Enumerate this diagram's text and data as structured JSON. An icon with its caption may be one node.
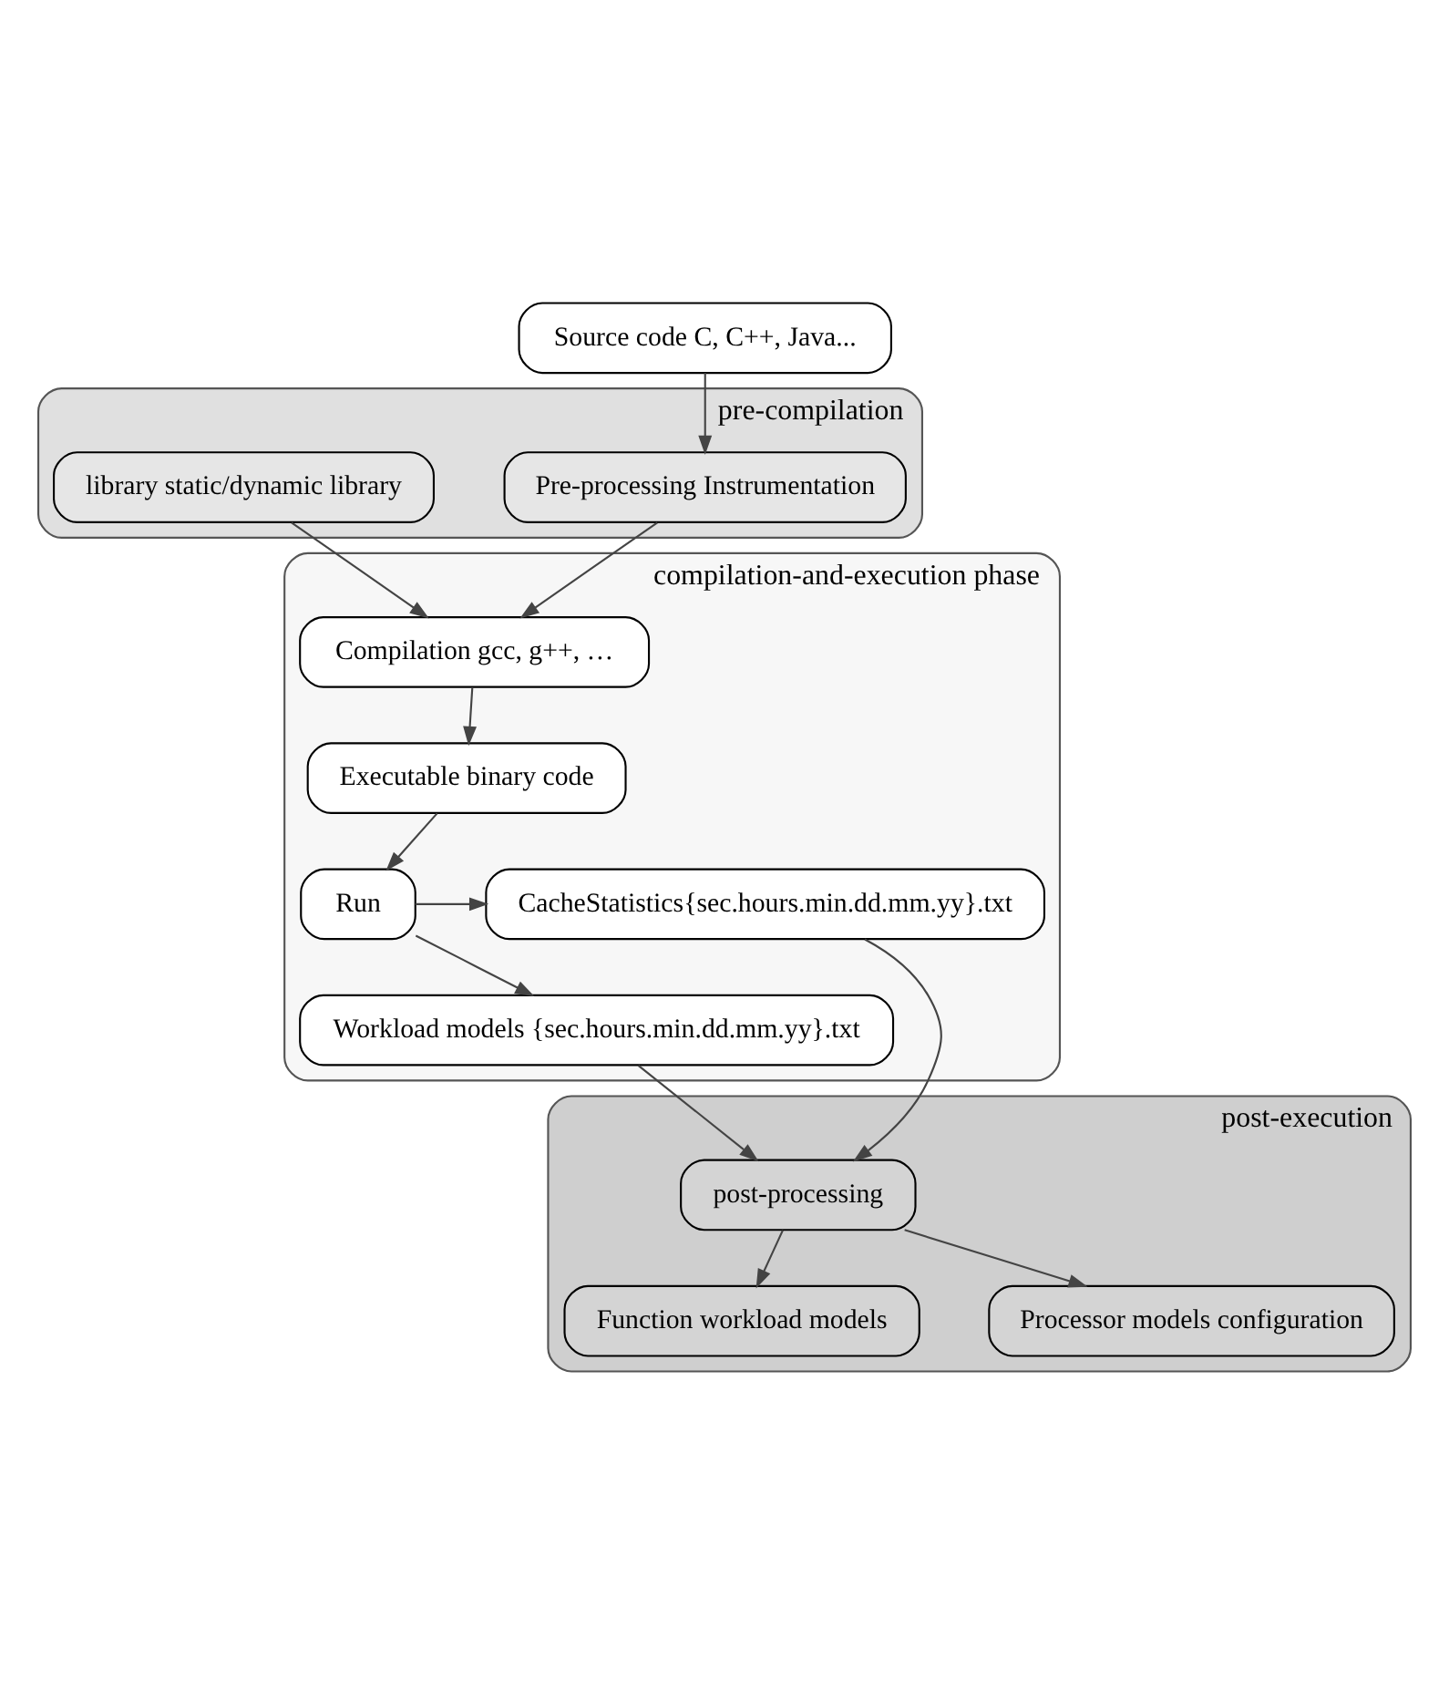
{
  "diagram": {
    "nodes": [
      {
        "text": [
          "Source code C, C++, Java..."
        ]
      },
      {
        "text": [
          "pre-compilation"
        ]
      },
      {
        "text": [
          "Pre-processing Instrumentation"
        ],
        "in": 1
      },
      {
        "text": [
          "library static/dynamic library"
        ],
        "in": 1
      },
      {
        "text": [
          "compilation-and-execution phase"
        ]
      },
      {
        "text": [
          "Compilation gcc, g++, …"
        ],
        "in": 4
      },
      {
        "text": [
          "Executable binary code"
        ],
        "in": 4
      },
      {
        "text": [
          "Run"
        ],
        "in": 4
      },
      {
        "text": [
          "CacheStatistics{sec.hours.min.dd.mm.yy}.txt"
        ],
        "in": 4
      },
      {
        "text": [
          "Workload models {sec.hours.min.dd.mm.yy}.txt"
        ],
        "in": 4
      },
      {
        "text": [
          "post-execution"
        ]
      },
      {
        "text": [
          "post-processing"
        ],
        "in": 10
      },
      {
        "text": [
          "Function workload models"
        ],
        "in": 10
      },
      {
        "text": [
          "Processor models configuration"
        ],
        "in": 10
      }
    ],
    "edges": [
      {
        "from": 0,
        "to": 2,
        "arrow": "to"
      },
      {
        "from": 2,
        "to": 5,
        "arrow": "to"
      },
      {
        "from": 3,
        "to": 5,
        "arrow": "to"
      },
      {
        "from": 5,
        "to": 6,
        "arrow": "to"
      },
      {
        "from": 6,
        "to": 7,
        "arrow": "to"
      },
      {
        "from": 7,
        "to": 8,
        "arrow": "to"
      },
      {
        "from": 7,
        "to": 9,
        "arrow": "to"
      },
      {
        "from": 9,
        "to": 11,
        "arrow": "to"
      },
      {
        "from": 8,
        "to": 11,
        "arrow": "to"
      },
      {
        "from": 11,
        "to": 12,
        "arrow": "to"
      },
      {
        "from": 11,
        "to": 13,
        "arrow": "to"
      }
    ]
  }
}
